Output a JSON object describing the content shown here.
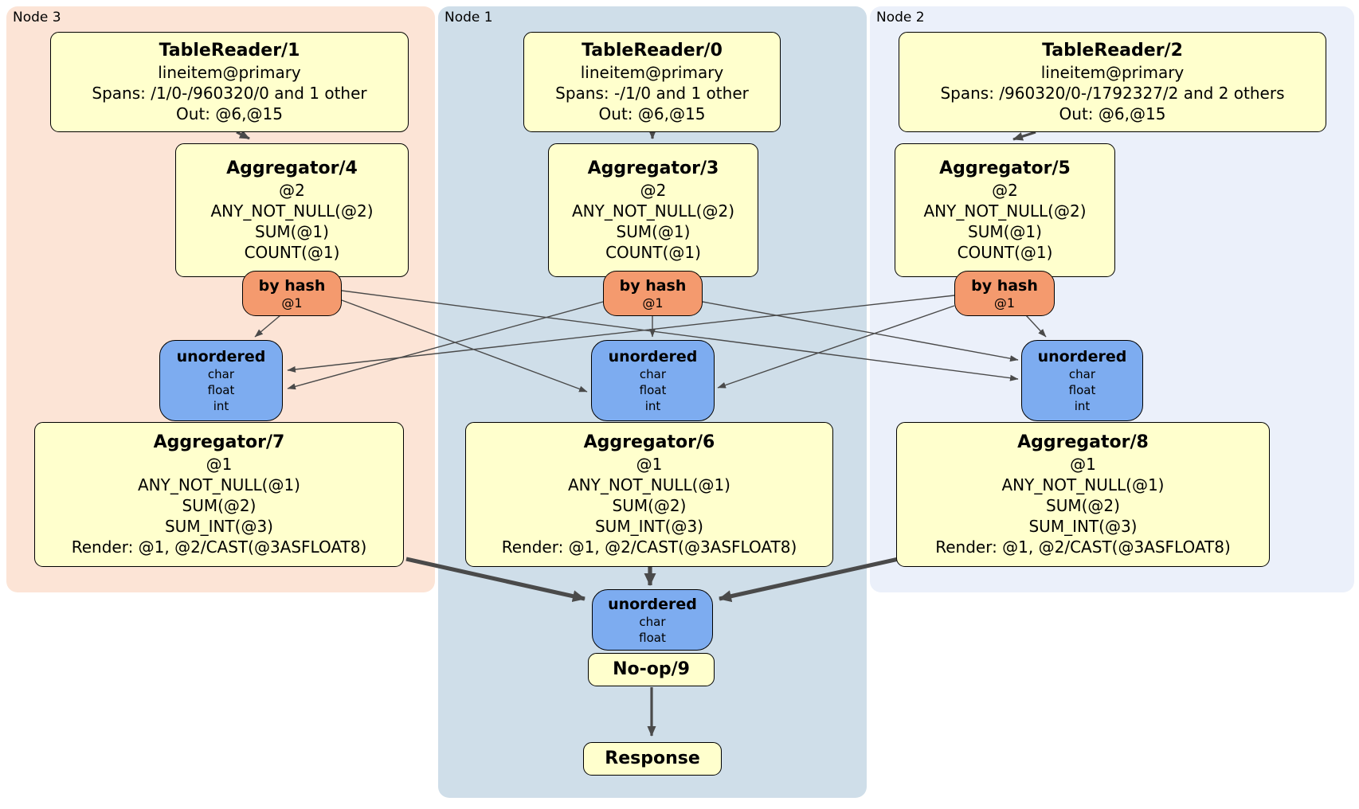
{
  "regions": [
    {
      "label": "Node 3"
    },
    {
      "label": "Node 1"
    },
    {
      "label": "Node 2"
    }
  ],
  "boxes": {
    "tablereader1": {
      "title": "TableReader/1",
      "lines": [
        "lineitem@primary",
        "Spans: /1/0-/960320/0 and 1 other",
        "Out: @6,@15"
      ]
    },
    "tablereader0": {
      "title": "TableReader/0",
      "lines": [
        "lineitem@primary",
        "Spans: -/1/0 and 1 other",
        "Out: @6,@15"
      ]
    },
    "tablereader2": {
      "title": "TableReader/2",
      "lines": [
        "lineitem@primary",
        "Spans: /960320/0-/1792327/2 and 2 others",
        "Out: @6,@15"
      ]
    },
    "aggregator4": {
      "title": "Aggregator/4",
      "lines": [
        "@2",
        "ANY_NOT_NULL(@2)",
        "SUM(@1)",
        "COUNT(@1)"
      ]
    },
    "aggregator3": {
      "title": "Aggregator/3",
      "lines": [
        "@2",
        "ANY_NOT_NULL(@2)",
        "SUM(@1)",
        "COUNT(@1)"
      ]
    },
    "aggregator5": {
      "title": "Aggregator/5",
      "lines": [
        "@2",
        "ANY_NOT_NULL(@2)",
        "SUM(@1)",
        "COUNT(@1)"
      ]
    },
    "router3": {
      "title": "by hash",
      "lines": [
        "@1"
      ]
    },
    "router1": {
      "title": "by hash",
      "lines": [
        "@1"
      ]
    },
    "router2": {
      "title": "by hash",
      "lines": [
        "@1"
      ]
    },
    "sync3": {
      "title": "unordered",
      "lines": [
        "char",
        "float",
        "int"
      ]
    },
    "sync1": {
      "title": "unordered",
      "lines": [
        "char",
        "float",
        "int"
      ]
    },
    "sync2": {
      "title": "unordered",
      "lines": [
        "char",
        "float",
        "int"
      ]
    },
    "aggregator7": {
      "title": "Aggregator/7",
      "lines": [
        "@1",
        "ANY_NOT_NULL(@1)",
        "SUM(@2)",
        "SUM_INT(@3)",
        "Render: @1, @2/CAST(@3ASFLOAT8)"
      ]
    },
    "aggregator6": {
      "title": "Aggregator/6",
      "lines": [
        "@1",
        "ANY_NOT_NULL(@1)",
        "SUM(@2)",
        "SUM_INT(@3)",
        "Render: @1, @2/CAST(@3ASFLOAT8)"
      ]
    },
    "aggregator8": {
      "title": "Aggregator/8",
      "lines": [
        "@1",
        "ANY_NOT_NULL(@1)",
        "SUM(@2)",
        "SUM_INT(@3)",
        "Render: @1, @2/CAST(@3ASFLOAT8)"
      ]
    },
    "syncfinal": {
      "title": "unordered",
      "lines": [
        "char",
        "float"
      ]
    },
    "noop": {
      "title": "No-op/9"
    },
    "response": {
      "title": "Response"
    }
  },
  "colors": {
    "node3_bg": "#fce4d6",
    "node1_bg": "#cfdee9",
    "node2_bg": "#ebf0fa",
    "box_yellow": "#ffffcd",
    "router_orange": "#f49a6e",
    "sync_blue": "#7dacf0",
    "edge": "#4a4a4a"
  }
}
